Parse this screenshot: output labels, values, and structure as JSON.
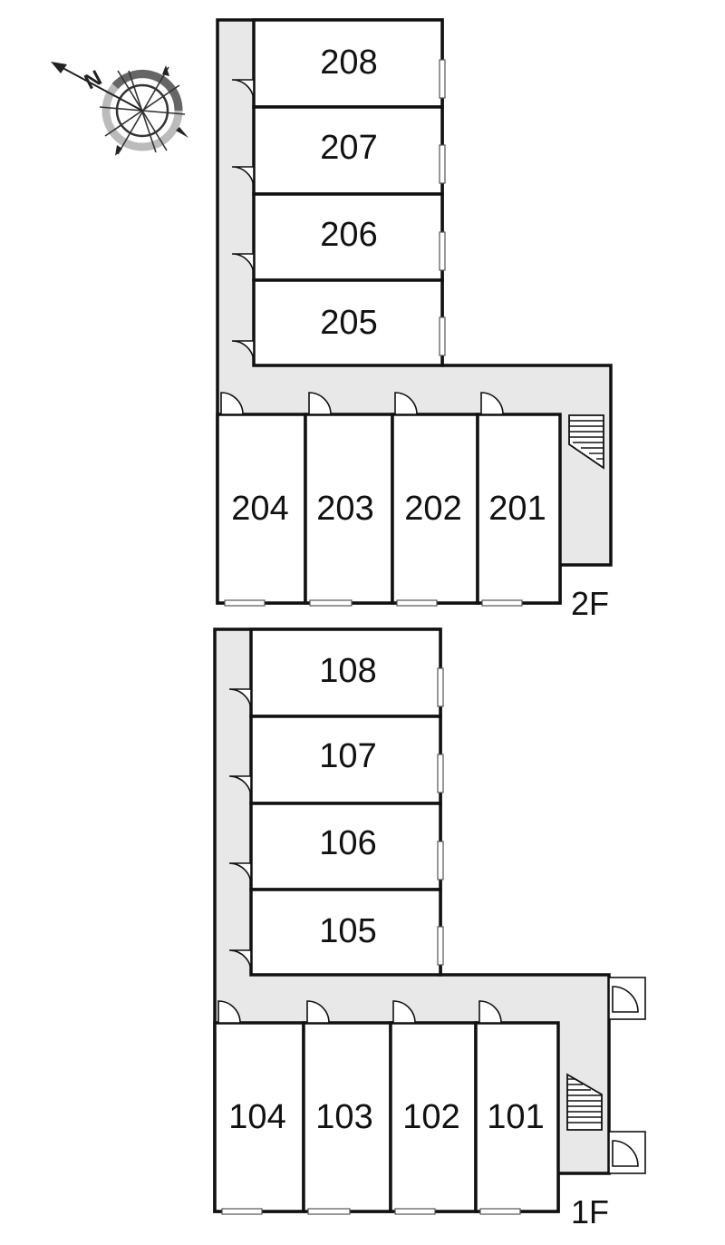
{
  "compass": {
    "letter": "N",
    "icon": "north-arrow-icon"
  },
  "floors": [
    {
      "label": "2F",
      "rooms_vertical": [
        "208",
        "207",
        "206",
        "205"
      ],
      "rooms_horizontal": [
        "204",
        "203",
        "202",
        "201"
      ]
    },
    {
      "label": "1F",
      "rooms_vertical": [
        "108",
        "107",
        "106",
        "105"
      ],
      "rooms_horizontal": [
        "104",
        "103",
        "102",
        "101"
      ]
    }
  ],
  "colors": {
    "wall": "#111111",
    "corridor": "#e8e8e8",
    "room": "#ffffff"
  }
}
